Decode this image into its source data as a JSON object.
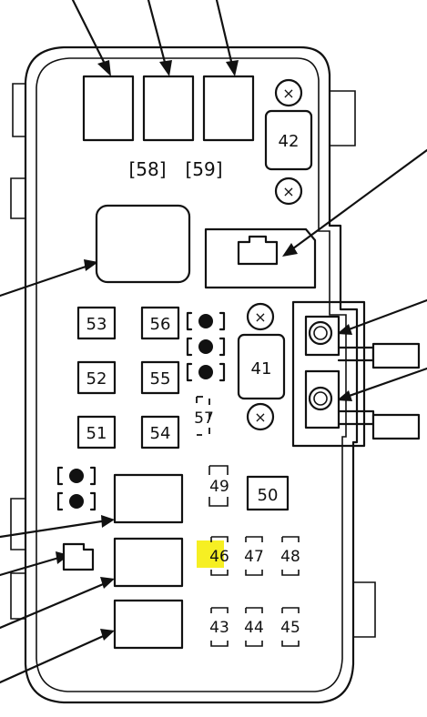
{
  "fuse_box": {
    "bracket_labels": [
      {
        "id": "58",
        "text": "[58]"
      },
      {
        "id": "59",
        "text": "[59]"
      }
    ],
    "fuses": [
      {
        "id": "41",
        "text": "41"
      },
      {
        "id": "42",
        "text": "42"
      },
      {
        "id": "43",
        "text": "43"
      },
      {
        "id": "44",
        "text": "44"
      },
      {
        "id": "45",
        "text": "45"
      },
      {
        "id": "46",
        "text": "46"
      },
      {
        "id": "47",
        "text": "47"
      },
      {
        "id": "48",
        "text": "48"
      },
      {
        "id": "49",
        "text": "49"
      },
      {
        "id": "50",
        "text": "50"
      },
      {
        "id": "51",
        "text": "51"
      },
      {
        "id": "52",
        "text": "52"
      },
      {
        "id": "53",
        "text": "53"
      },
      {
        "id": "54",
        "text": "54"
      },
      {
        "id": "55",
        "text": "55"
      },
      {
        "id": "56",
        "text": "56"
      },
      {
        "id": "57",
        "text": "57"
      }
    ],
    "highlighted_fuse": "46",
    "highlight_color": "#f6ef23",
    "line_color": "#111111"
  }
}
